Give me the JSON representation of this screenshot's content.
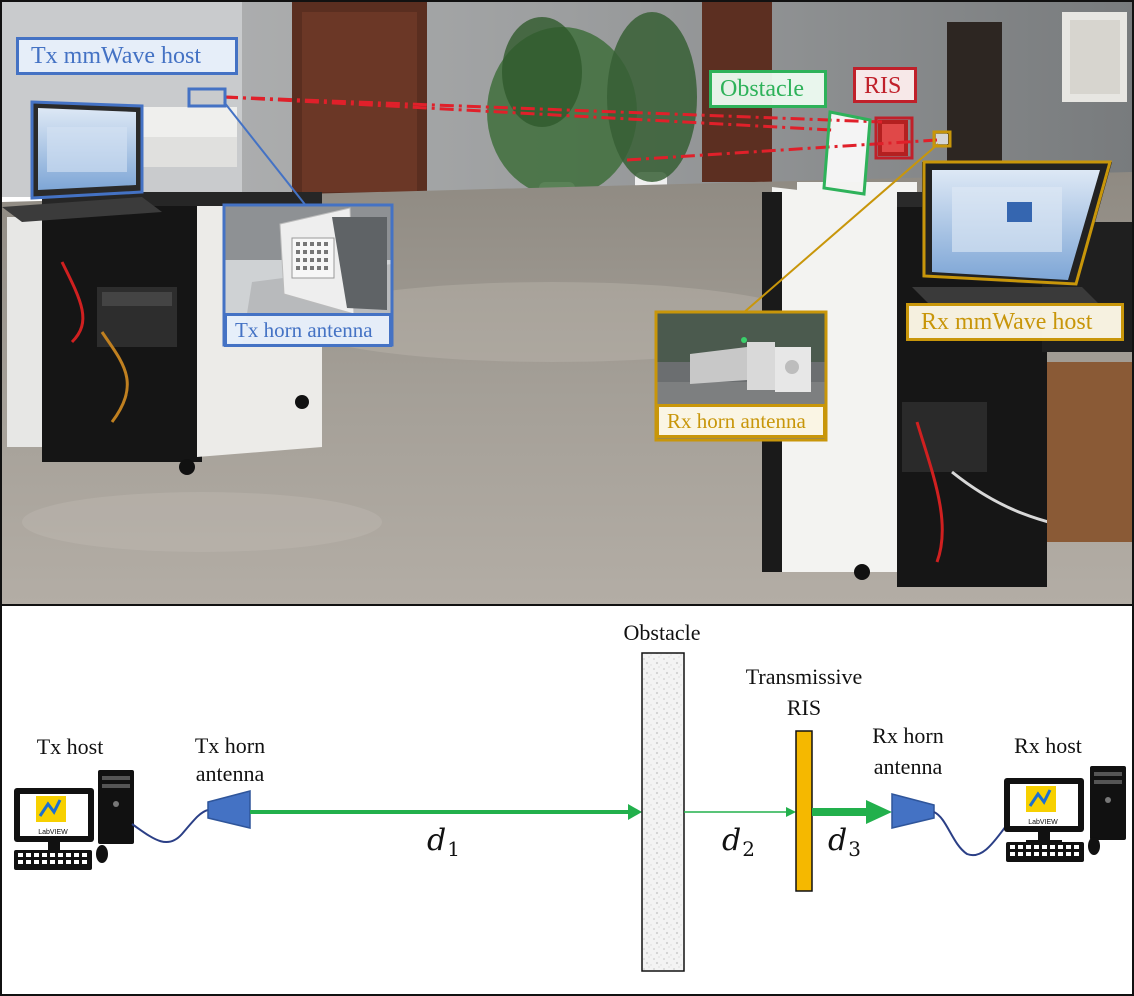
{
  "photo": {
    "tx_host_label": "Tx mmWave host",
    "tx_horn_label": "Tx horn antenna",
    "obstacle_label": "Obstacle",
    "ris_label": "RIS",
    "rx_host_label": "Rx mmWave host",
    "rx_horn_label": "Rx horn antenna",
    "colors": {
      "tx": "#4472c4",
      "obstacle": "#2eb25a",
      "ris": "#c0202a",
      "rx": "#c8960a",
      "beam": "#e0202a"
    }
  },
  "diagram": {
    "tx_host_label": "Tx host",
    "tx_horn_label_line1": "Tx horn",
    "tx_horn_label_line2": "antenna",
    "obstacle_label": "Obstacle",
    "ris_label_line1": "Transmissive",
    "ris_label_line2": "RIS",
    "rx_horn_label_line1": "Rx horn",
    "rx_horn_label_line2": "antenna",
    "rx_host_label": "Rx host",
    "d1_var": "d",
    "d1_sub": "1",
    "d2_var": "d",
    "d2_sub": "2",
    "d3_var": "d",
    "d3_sub": "3",
    "labview_text": "LabVIEW",
    "colors": {
      "arrow": "#22b04c",
      "horn": "#4472c4",
      "ris": "#f5b800"
    }
  }
}
